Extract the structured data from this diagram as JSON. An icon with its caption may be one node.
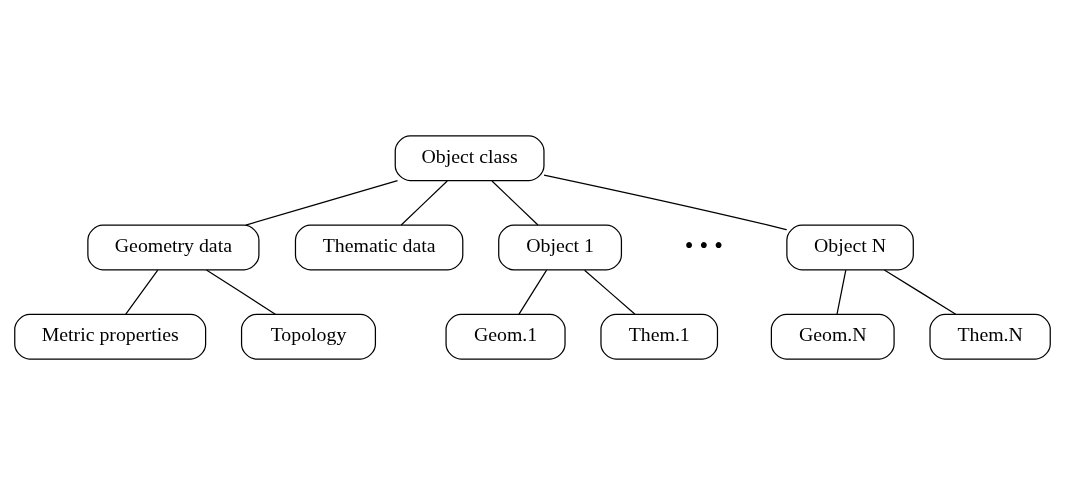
{
  "diagram": {
    "nodes": [
      {
        "text": [
          "Object class"
        ]
      },
      {
        "text": [
          "Geometry data"
        ]
      },
      {
        "text": [
          "Metric properties"
        ]
      },
      {
        "text": [
          "Topology"
        ]
      },
      {
        "text": [
          "Thematic data"
        ]
      },
      {
        "text": [
          "Object 1"
        ]
      },
      {
        "text": [
          "Object N"
        ]
      },
      {
        "text": [
          "Geom.1"
        ]
      },
      {
        "text": [
          "Them.1"
        ]
      },
      {
        "text": [
          "Geom.N"
        ]
      },
      {
        "text": [
          "Them.N"
        ]
      }
    ],
    "edges": [
      {
        "from": 0,
        "to": 1,
        "arrow": "none"
      },
      {
        "from": 1,
        "to": 2,
        "arrow": "none"
      },
      {
        "from": 1,
        "to": 3,
        "arrow": "none"
      },
      {
        "from": 0,
        "to": 4,
        "arrow": "none"
      },
      {
        "from": 0,
        "to": 5,
        "arrow": "none"
      },
      {
        "from": 0,
        "to": 6,
        "arrow": "none"
      },
      {
        "from": 5,
        "to": 7,
        "arrow": "none"
      },
      {
        "from": 5,
        "to": 8,
        "arrow": "none"
      },
      {
        "from": 6,
        "to": 9,
        "arrow": "none"
      },
      {
        "from": 6,
        "to": 10,
        "arrow": "none"
      }
    ],
    "labels": [
      "• • •"
    ]
  }
}
